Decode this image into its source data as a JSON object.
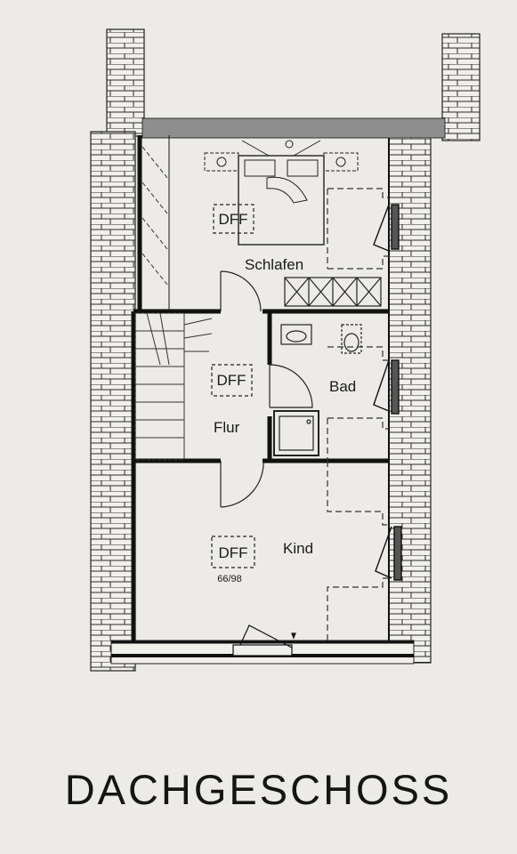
{
  "floor_title": "DACHGESCHOSS",
  "rooms": {
    "schlafen": "Schlafen",
    "bad": "Bad",
    "flur": "Flur",
    "kind": "Kind"
  },
  "skylights": {
    "schlafen": "DFF",
    "flur": "DFF",
    "kind": "DFF"
  },
  "dimension_note": "66/98"
}
